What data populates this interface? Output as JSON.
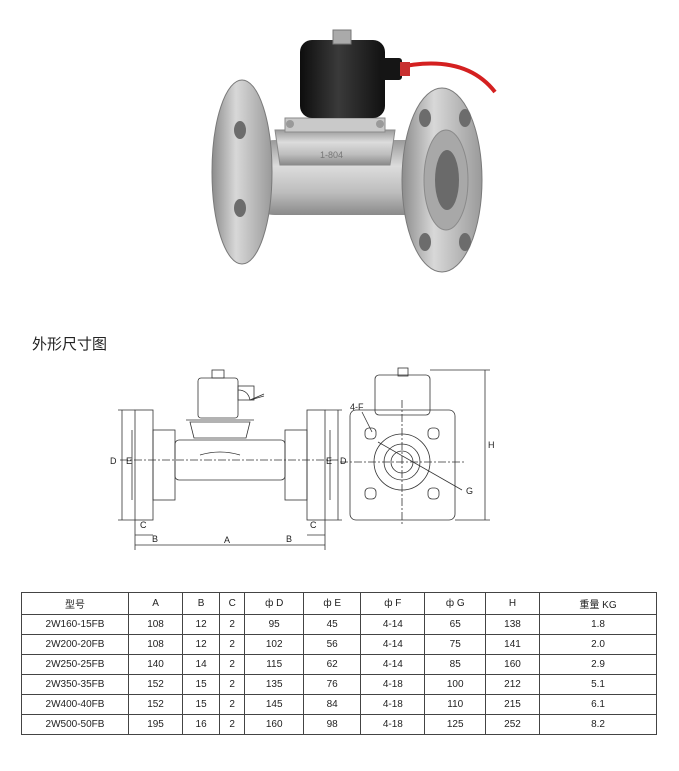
{
  "section_title": "外形尺寸图",
  "photo": {
    "body_marking": "1-804"
  },
  "drawing": {
    "front_view": {
      "label_a": "A",
      "label_b": "B",
      "label_c": "C",
      "label_d": "D",
      "label_e": "E"
    },
    "side_view": {
      "label_f": "4-F",
      "label_g": "G",
      "label_h": "H"
    }
  },
  "table": {
    "headers": [
      "型号",
      "A",
      "B",
      "C",
      "ф D",
      "ф E",
      "ф F",
      "ф G",
      "H",
      "重量 KG"
    ],
    "rows": [
      [
        "2W160-15FB",
        "108",
        "12",
        "2",
        "95",
        "45",
        "4-14",
        "65",
        "138",
        "1.8"
      ],
      [
        "2W200-20FB",
        "108",
        "12",
        "2",
        "102",
        "56",
        "4-14",
        "75",
        "141",
        "2.0"
      ],
      [
        "2W250-25FB",
        "140",
        "14",
        "2",
        "115",
        "62",
        "4-14",
        "85",
        "160",
        "2.9"
      ],
      [
        "2W350-35FB",
        "152",
        "15",
        "2",
        "135",
        "76",
        "4-18",
        "100",
        "212",
        "5.1"
      ],
      [
        "2W400-40FB",
        "152",
        "15",
        "2",
        "145",
        "84",
        "4-18",
        "110",
        "215",
        "6.1"
      ],
      [
        "2W500-50FB",
        "195",
        "16",
        "2",
        "160",
        "98",
        "4-18",
        "125",
        "252",
        "8.2"
      ]
    ]
  },
  "colors": {
    "steel": "#b9b9b9",
    "coil": "#1a1a1a",
    "wire": "#d42020",
    "line": "#333333"
  }
}
